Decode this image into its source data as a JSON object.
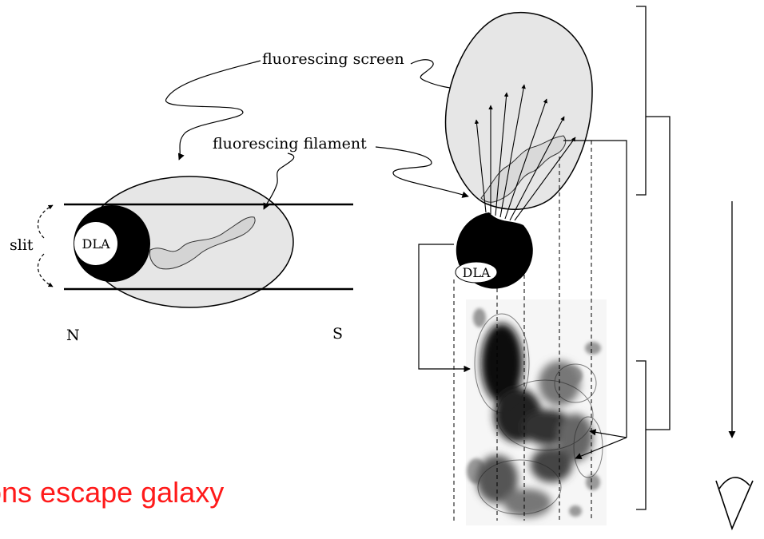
{
  "labels": {
    "screen": "fluorescing screen",
    "filament": "fluorescing filament",
    "slit": "slit",
    "dla_left": "DLA",
    "dla_right": "DLA",
    "north": "N",
    "south": "S"
  },
  "caption": {
    "text": "ons escape galaxy",
    "color": "#ff1a1a"
  },
  "colors": {
    "fill_light": "#e6e6e6",
    "stroke": "#000000"
  }
}
